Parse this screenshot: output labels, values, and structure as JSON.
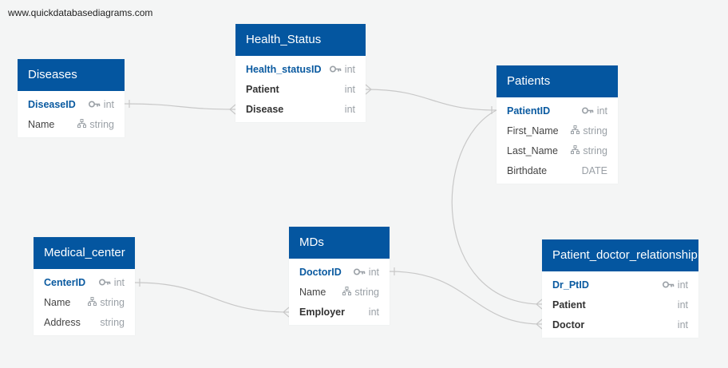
{
  "watermark": "www.quickdatabasediagrams.com",
  "colors": {
    "header": "#0456a0",
    "pk_text": "#0a5aa0",
    "link": "#c8c8c8"
  },
  "tables": {
    "diseases": {
      "title": "Diseases",
      "fields": [
        {
          "name": "DiseaseID",
          "type": "int",
          "icon": "key-icon"
        },
        {
          "name": "Name",
          "type": "string",
          "icon": "sitemap-icon"
        }
      ]
    },
    "health_status": {
      "title": "Health_Status",
      "fields": [
        {
          "name": "Health_statusID",
          "type": "int",
          "icon": "key-icon"
        },
        {
          "name": "Patient",
          "type": "int",
          "icon": ""
        },
        {
          "name": "Disease",
          "type": "int",
          "icon": ""
        }
      ]
    },
    "patients": {
      "title": "Patients",
      "fields": [
        {
          "name": "PatientID",
          "type": "int",
          "icon": "key-icon"
        },
        {
          "name": "First_Name",
          "type": "string",
          "icon": "sitemap-icon"
        },
        {
          "name": "Last_Name",
          "type": "string",
          "icon": "sitemap-icon"
        },
        {
          "name": "Birthdate",
          "type": "DATE",
          "icon": ""
        }
      ]
    },
    "medical_center": {
      "title": "Medical_center",
      "fields": [
        {
          "name": "CenterID",
          "type": "int",
          "icon": "key-icon"
        },
        {
          "name": "Name",
          "type": "string",
          "icon": "sitemap-icon"
        },
        {
          "name": "Address",
          "type": "string",
          "icon": ""
        }
      ]
    },
    "mds": {
      "title": "MDs",
      "fields": [
        {
          "name": "DoctorID",
          "type": "int",
          "icon": "key-icon"
        },
        {
          "name": "Name",
          "type": "string",
          "icon": "sitemap-icon"
        },
        {
          "name": "Employer",
          "type": "int",
          "icon": ""
        }
      ]
    },
    "patient_doctor_relationship": {
      "title": "Patient_doctor_relationship",
      "fields": [
        {
          "name": "Dr_PtID",
          "type": "int",
          "icon": "key-icon"
        },
        {
          "name": "Patient",
          "type": "int",
          "icon": ""
        },
        {
          "name": "Doctor",
          "type": "int",
          "icon": ""
        }
      ]
    }
  }
}
